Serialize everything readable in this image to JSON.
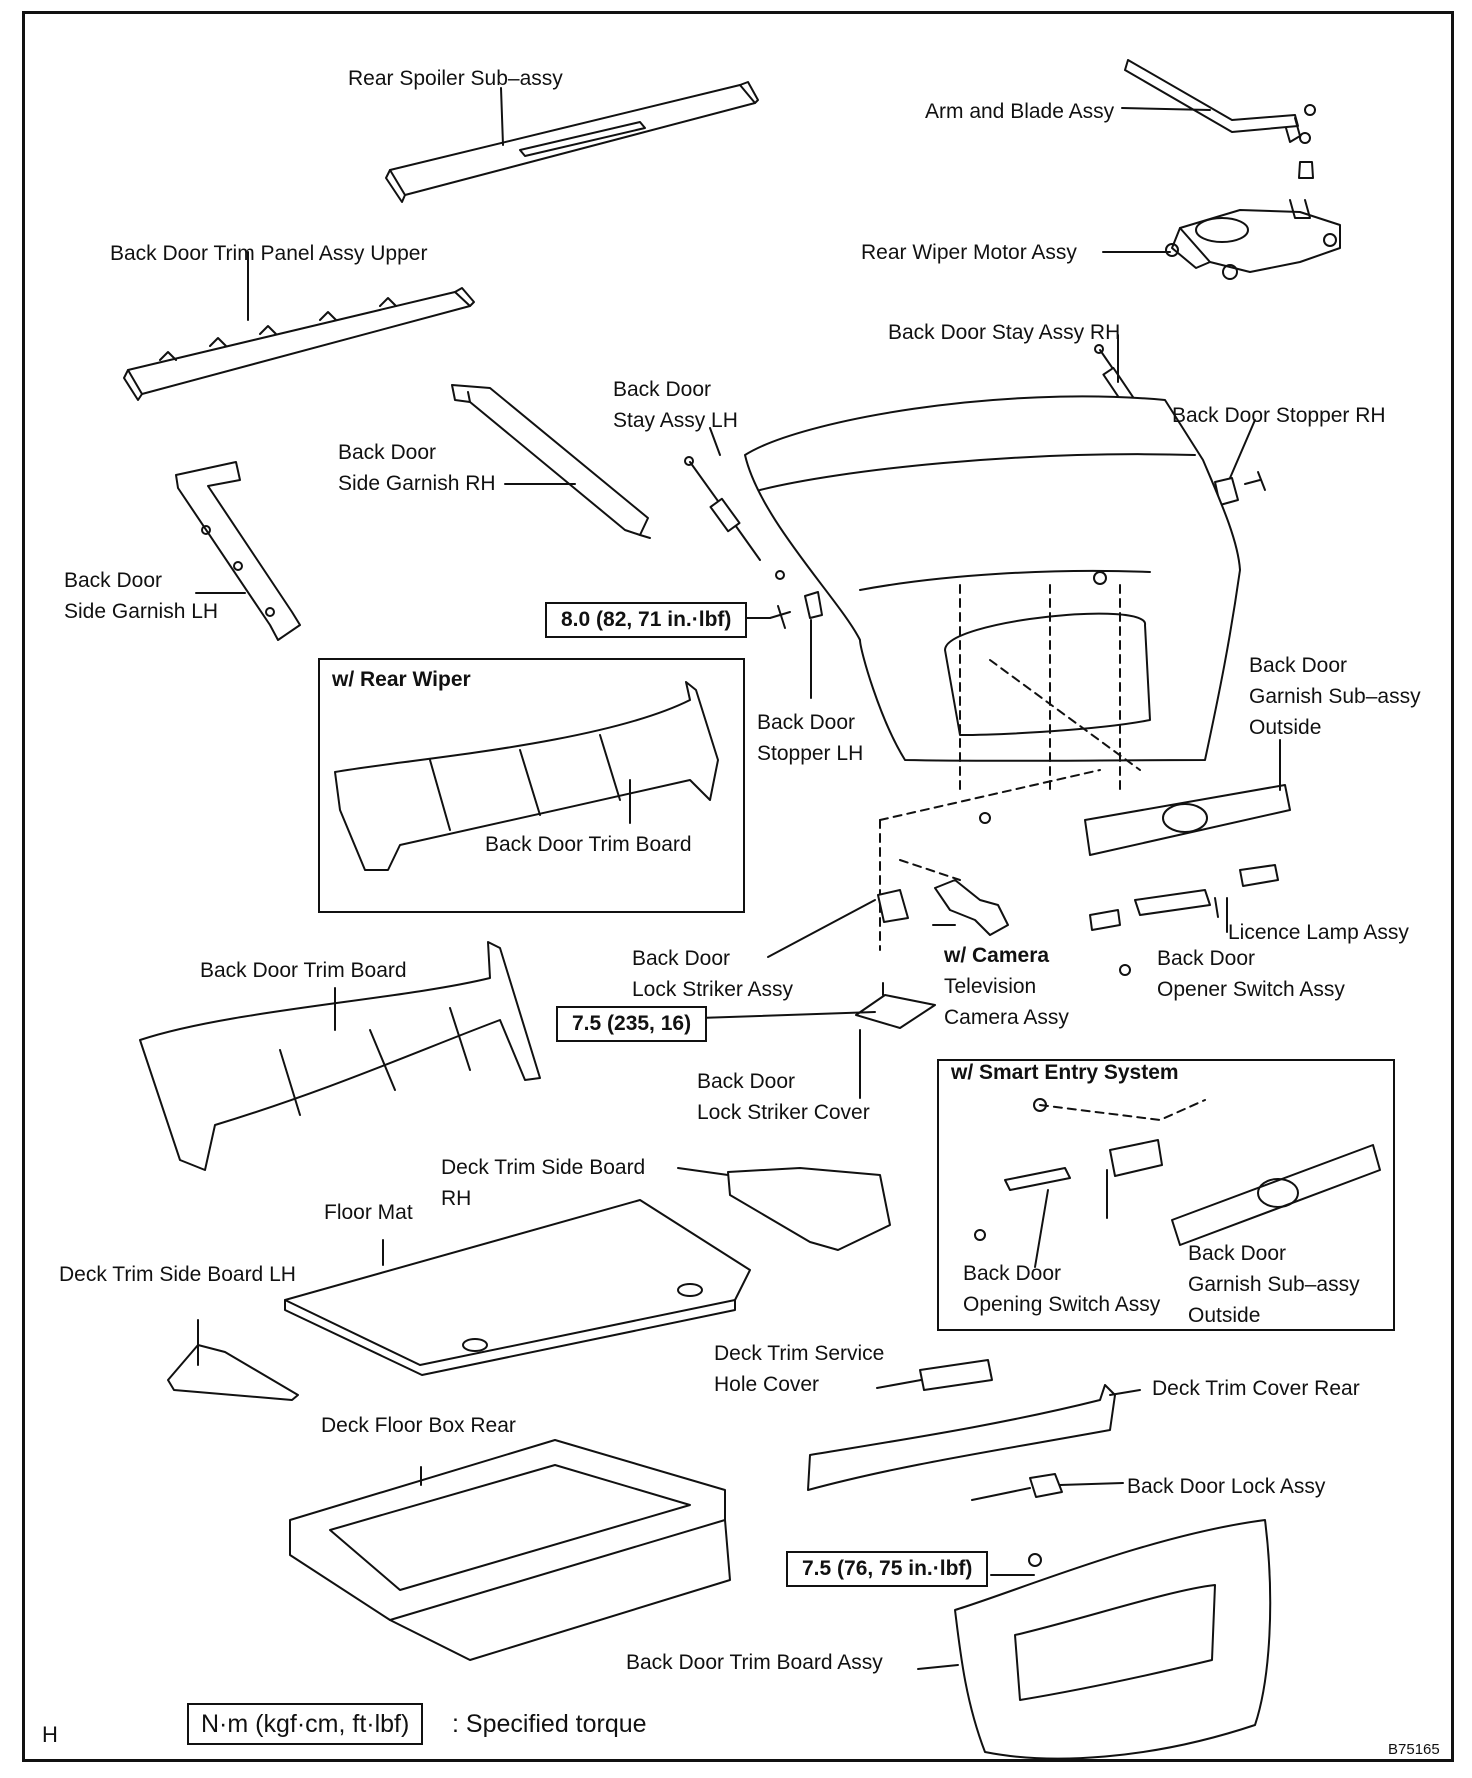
{
  "labels": {
    "rear_spoiler": "Rear Spoiler Sub–assy",
    "arm_blade": "Arm and Blade Assy",
    "trim_panel_upper": "Back Door Trim Panel Assy Upper",
    "wiper_motor": "Rear Wiper Motor Assy",
    "stay_rh": "Back Door Stay Assy RH",
    "stay_lh_1": "Back Door",
    "stay_lh_2": "Stay Assy LH",
    "stopper_rh": "Back Door Stopper RH",
    "side_garnish_rh_1": "Back Door",
    "side_garnish_rh_2": "Side Garnish RH",
    "side_garnish_lh_1": "Back Door",
    "side_garnish_lh_2": "Side Garnish LH",
    "stopper_lh_1": "Back Door",
    "stopper_lh_2": "Stopper LH",
    "garnish_outside_1": "Back Door",
    "garnish_outside_2": "Garnish Sub–assy",
    "garnish_outside_3": "Outside",
    "rear_wiper_variant": "w/ Rear Wiper",
    "trim_board_wiper": "Back Door Trim Board",
    "trim_board": "Back Door Trim Board",
    "lock_striker_1": "Back Door",
    "lock_striker_2": "Lock Striker Assy",
    "camera_1": "w/ Camera",
    "camera_2": "Television",
    "camera_3": "Camera Assy",
    "licence_lamp": "Licence Lamp Assy",
    "opener_switch_1": "Back Door",
    "opener_switch_2": "Opener Switch Assy",
    "striker_cover_1": "Back Door",
    "striker_cover_2": "Lock Striker Cover",
    "smart_entry": "w/ Smart Entry System",
    "deck_side_rh_1": "Deck   Trim   Side   Board",
    "deck_side_rh_2": "RH",
    "floor_mat": "Floor Mat",
    "deck_side_lh": "Deck Trim Side Board LH",
    "opening_switch_1": "Back Door",
    "opening_switch_2": "Opening Switch Assy",
    "se_garnish_1": "Back Door",
    "se_garnish_2": "Garnish Sub–assy",
    "se_garnish_3": "Outside",
    "service_hole_1": "Deck Trim Service",
    "service_hole_2": "Hole Cover",
    "cover_rear": "Deck Trim Cover Rear",
    "floor_box": "Deck Floor Box Rear",
    "lock_assy": "Back Door Lock Assy",
    "trim_board_assy": "Back Door Trim Board Assy"
  },
  "torques": {
    "stopper": "8.0 (82, 71 in.·lbf)",
    "striker": "7.5 (235, 16)",
    "lock": "7.5 (76, 75 in.·lbf)"
  },
  "legend": {
    "unit": "N·m (kgf·cm, ft·lbf)",
    "meaning": ": Specified torque"
  },
  "corner_letter": "H",
  "figure_code": "B75165"
}
